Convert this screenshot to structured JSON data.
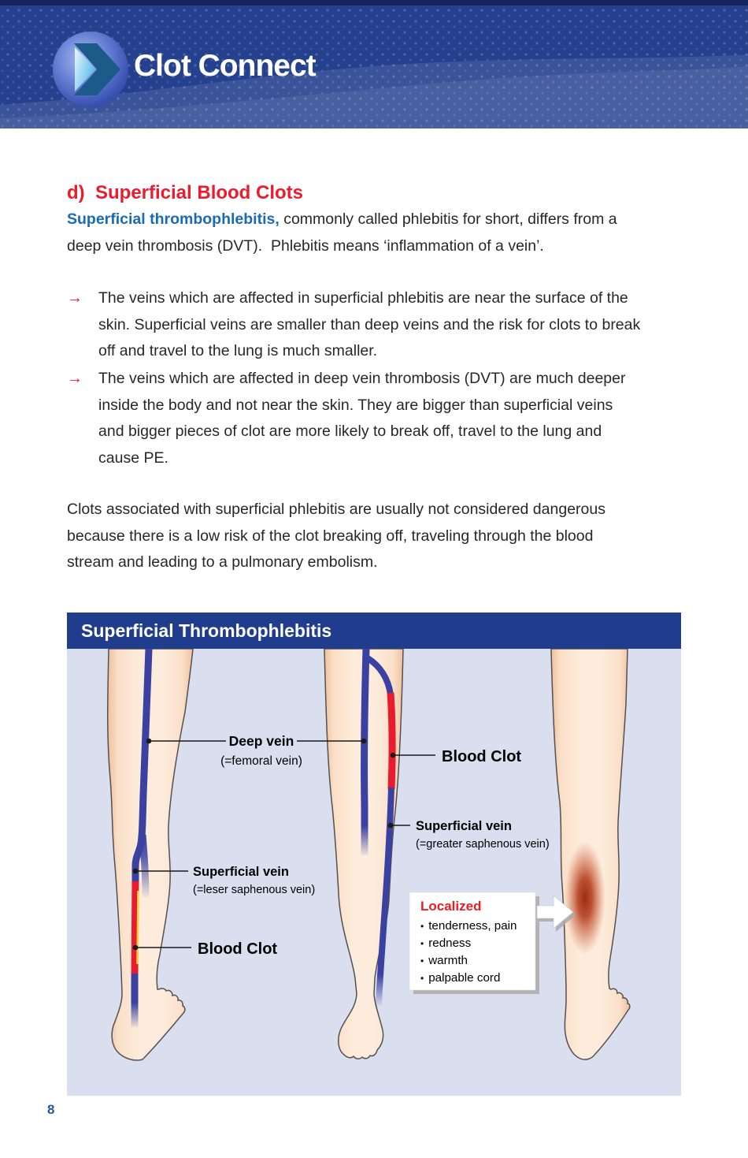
{
  "header": {
    "brand": "Clot Connect"
  },
  "article": {
    "heading": "d)  Superficial Blood Clots",
    "intro_lead": "Superficial thrombophlebitis,",
    "intro_rest": " commonly called phlebitis for short, differs from a\ndeep vein thrombosis (DVT).  Phlebitis means ‘inflammation of a vein’.",
    "bullet_marker": "→",
    "bullets": [
      "The veins which are affected in superficial phlebitis are near the surface of the\nskin. Superficial veins are smaller than deep veins and the risk for clots to break\noff and travel to the lung is much smaller.",
      "The veins which are affected in deep vein thrombosis (DVT) are much deeper\ninside the body and not near the skin. They are bigger than superficial veins\nand bigger pieces of clot are more likely to break off, travel to the lung and\ncause PE."
    ],
    "closing": "Clots associated with superficial phlebitis are usually not considered dangerous\nbecause there is a low risk of the clot breaking off, traveling through the blood\nstream and leading to a pulmonary embolism."
  },
  "figure": {
    "title": "Superficial Thrombophlebitis",
    "labels": {
      "deep_vein": "Deep vein",
      "deep_vein_sub": "(=femoral vein)",
      "superficial_left": "Superficial vein",
      "superficial_left_sub": "(=leser saphenous vein)",
      "blood_clot_left": "Blood Clot",
      "blood_clot_right": "Blood Clot",
      "superficial_mid": "Superficial vein",
      "superficial_mid_sub": "(=greater saphenous vein)"
    },
    "localized": {
      "title": "Localized",
      "bullet_char": "•",
      "items": [
        "tenderness, pain",
        "redness",
        "warmth",
        "palpable cord"
      ]
    }
  },
  "footer": {
    "page_number": "8"
  },
  "colors": {
    "accent_red": "#ec1b2e",
    "accent_blue": "#1b6ab3",
    "header_navy": "#25418e",
    "figure_navy": "#1f3d8c",
    "figure_bg": "#dadff0",
    "vein_blue": "#3a41a1",
    "clot_red": "#e81c2e",
    "clot_yellow": "#f5d03c",
    "page_number_blue": "#2456a4"
  }
}
